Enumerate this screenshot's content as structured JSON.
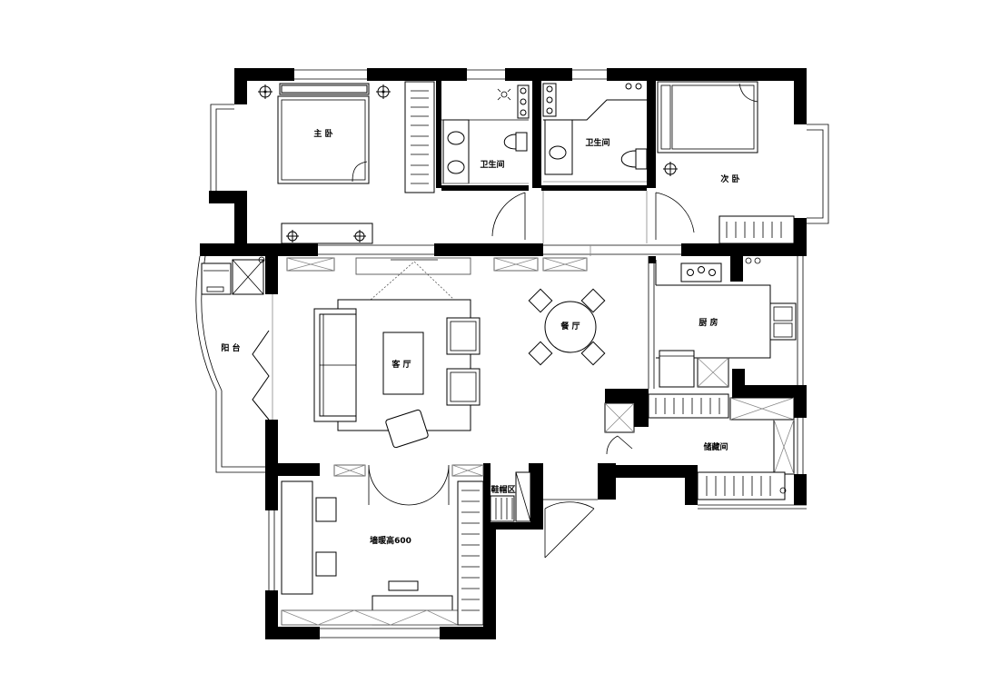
{
  "plan": {
    "rooms": [
      {
        "id": "master-bedroom",
        "label": "主 卧"
      },
      {
        "id": "bathroom-1",
        "label": "卫生间"
      },
      {
        "id": "bathroom-2",
        "label": "卫生间"
      },
      {
        "id": "second-bedroom",
        "label": "次 卧"
      },
      {
        "id": "balcony",
        "label": "阳 台"
      },
      {
        "id": "living-room",
        "label": "客 厅"
      },
      {
        "id": "dining-room",
        "label": "餐 厅"
      },
      {
        "id": "kitchen",
        "label": "厨 房"
      },
      {
        "id": "storage-room",
        "label": "储藏间"
      },
      {
        "id": "shoe-area",
        "label": "鞋帽区"
      },
      {
        "id": "study-room",
        "label": "墙暖高600"
      }
    ]
  }
}
